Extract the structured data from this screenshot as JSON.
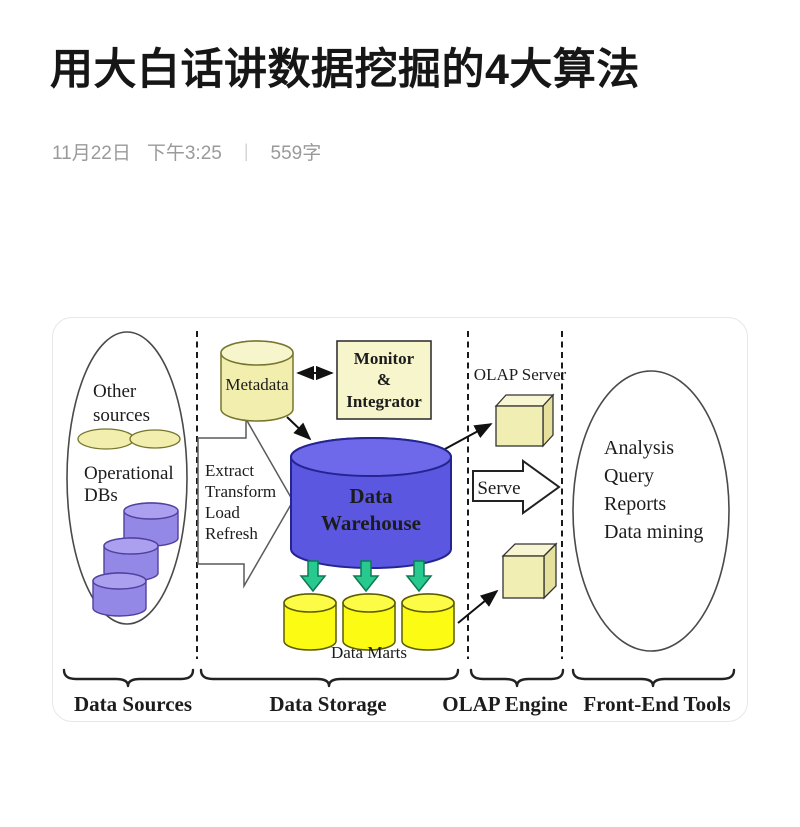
{
  "header": {
    "title": "用大白话讲数据挖掘的4大算法",
    "date": "11月22日",
    "time": "下午3:25",
    "separator": "|",
    "word_count": "559字"
  },
  "diagram": {
    "source_ellipse": {
      "line1": "Other",
      "line2": "sources",
      "line3": "Operational",
      "line4": "DBs"
    },
    "etl": {
      "line1": "Extract",
      "line2": "Transform",
      "line3": "Load",
      "line4": "Refresh"
    },
    "metadata_label": "Metadata",
    "monitor": {
      "line1": "Monitor",
      "line2": "&",
      "line3": "Integrator"
    },
    "warehouse": {
      "line1": "Data",
      "line2": "Warehouse"
    },
    "data_marts_label": "Data Marts",
    "olap_server_label": "OLAP Server",
    "serve_label": "Serve",
    "front_end": {
      "line1": "Analysis",
      "line2": "Query",
      "line3": "Reports",
      "line4": "Data mining"
    },
    "sections": {
      "data_sources": "Data Sources",
      "data_storage": "Data Storage",
      "olap_engine": "OLAP Engine",
      "front_end_tools": "Front-End Tools"
    },
    "colors": {
      "pale_yellow": "#f2efae",
      "pale_yellow_light": "#f7f5cc",
      "warehouse_blue": "#5b57e0",
      "warehouse_blue_light": "#6d69ea",
      "warehouse_text": "#1a1a78",
      "marts_yellow": "#fbfb14",
      "marts_yellow_light": "#fcfc46",
      "operational_purple": "#9488e6",
      "operational_purple_light": "#ab9ff0",
      "green_arrow": "#28c98e",
      "cube_front": "#f1eeb4",
      "cube_top": "#f8f6d2",
      "cube_side": "#e5e19c"
    }
  }
}
